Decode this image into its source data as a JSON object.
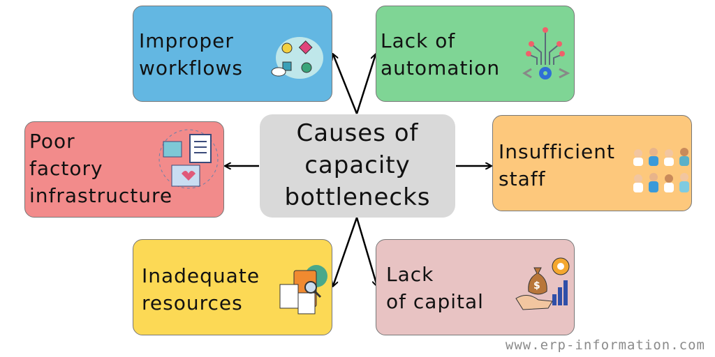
{
  "center": {
    "lines": [
      "Causes of",
      "capacity",
      "bottlenecks"
    ],
    "color": "#d9d9d9"
  },
  "causes": [
    {
      "lines": [
        "Improper",
        "workflows"
      ],
      "color": "#63b7e2",
      "icon": "workflow-cloud-icon"
    },
    {
      "lines": [
        "Lack of",
        "automation"
      ],
      "color": "#7fd595",
      "icon": "automation-gear-icon"
    },
    {
      "lines": [
        "Poor",
        "factory",
        "infrastructure"
      ],
      "color": "#f28b8b",
      "icon": "factory-clipboard-icon"
    },
    {
      "lines": [
        "Insufficient",
        "staff"
      ],
      "color": "#fdc87c",
      "icon": "staff-people-icon"
    },
    {
      "lines": [
        "Inadequate",
        "resources"
      ],
      "color": "#fcd955",
      "icon": "documents-search-icon"
    },
    {
      "lines": [
        "Lack",
        "of capital"
      ],
      "color": "#e8c3c3",
      "icon": "money-bag-chart-icon"
    }
  ],
  "watermark": "www.erp-information.com"
}
